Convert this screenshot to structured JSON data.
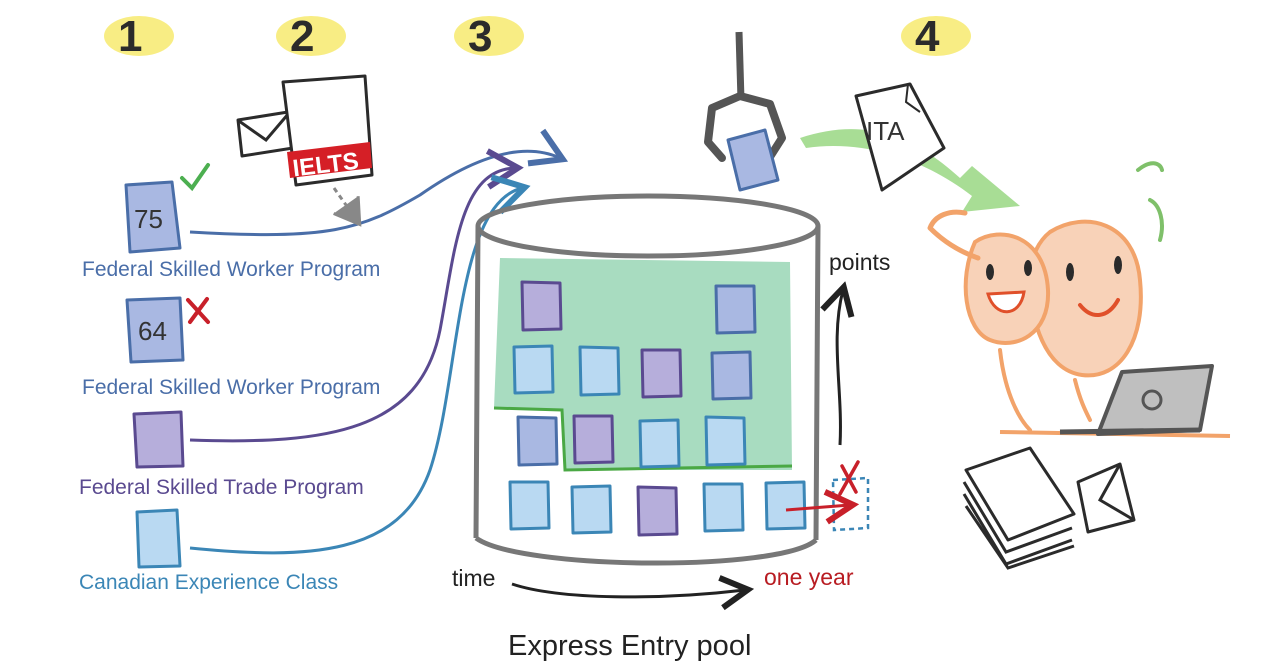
{
  "steps": [
    "1",
    "2",
    "3",
    "4"
  ],
  "candidates": [
    {
      "score": "75",
      "program": "Federal Skilled Worker Program",
      "status": "accepted"
    },
    {
      "score": "64",
      "program": "Federal Skilled Worker Program",
      "status": "rejected"
    },
    {
      "score": "",
      "program": "Federal Skilled Trade Program",
      "status": "accepted"
    },
    {
      "score": "",
      "program": "Canadian Experience Class",
      "status": "accepted"
    }
  ],
  "documents": {
    "test_label": "IELTS",
    "invitation_label": "ITA"
  },
  "pool": {
    "y_axis_label": "points",
    "x_axis_label": "time",
    "expiry_label": "one year",
    "caption": "Express Entry pool"
  },
  "colors": {
    "fsw": "#a9b8e2",
    "fst": "#b6aedb",
    "cec": "#b9d9f2",
    "pool_green": "#a8dcc0",
    "highlight_yellow": "#f7ea6e",
    "person_orange": "#f2a36a",
    "arrow_green": "#9fd98a",
    "reject_red": "#c8202a"
  }
}
